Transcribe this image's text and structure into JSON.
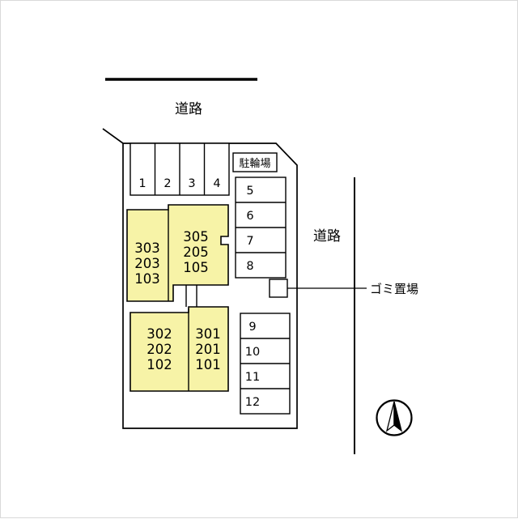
{
  "canvas": {
    "background": "#ffffff",
    "line_color": "#000000"
  },
  "roads": {
    "top": "道路",
    "right": "道路"
  },
  "bicycle_parking": {
    "label": "駐輪場"
  },
  "garbage": {
    "label": "ゴミ置場"
  },
  "parking": {
    "row_top": [
      "1",
      "2",
      "3",
      "4"
    ],
    "col_upper": [
      "5",
      "6",
      "7",
      "8"
    ],
    "col_lower": [
      "9",
      "10",
      "11",
      "12"
    ]
  },
  "building": {
    "fill": "#f7f3a7",
    "units": [
      {
        "id": "unit-303-203-103",
        "lines": [
          "303",
          "203",
          "103"
        ]
      },
      {
        "id": "unit-305-205-105",
        "lines": [
          "305",
          "205",
          "105"
        ]
      },
      {
        "id": "unit-302-202-102",
        "lines": [
          "302",
          "202",
          "102"
        ]
      },
      {
        "id": "unit-301-201-101",
        "lines": [
          "301",
          "201",
          "101"
        ]
      }
    ]
  }
}
